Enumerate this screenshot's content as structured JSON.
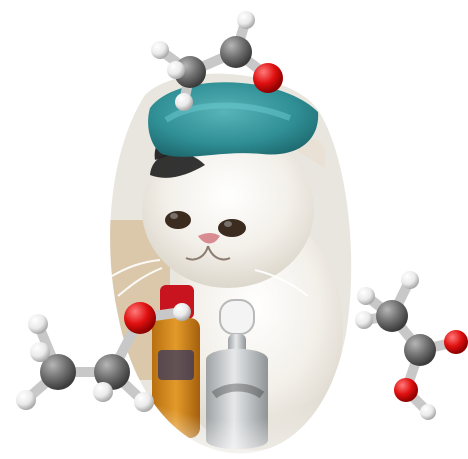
{
  "scene": {
    "background": "#ffffff",
    "main_image": "cat-with-ice-pack-and-bottles",
    "molecules": [
      {
        "name": "acetaldehyde",
        "position": "top-center"
      },
      {
        "name": "ethanol",
        "position": "bottom-left"
      },
      {
        "name": "acetic-acid",
        "position": "right"
      }
    ]
  },
  "colors": {
    "carbon": "#6f6f6f",
    "hydrogen": "#f2f2f2",
    "oxygen": "#e01010",
    "bond": "#c8c8c8",
    "ice_pack": "#2f8f95",
    "cat_fur": "#f3f0ea",
    "bottle_label_orange": "#d98a1b",
    "bottle_cap_red": "#c8141e",
    "bottle_glass": "#c4c7c9"
  }
}
